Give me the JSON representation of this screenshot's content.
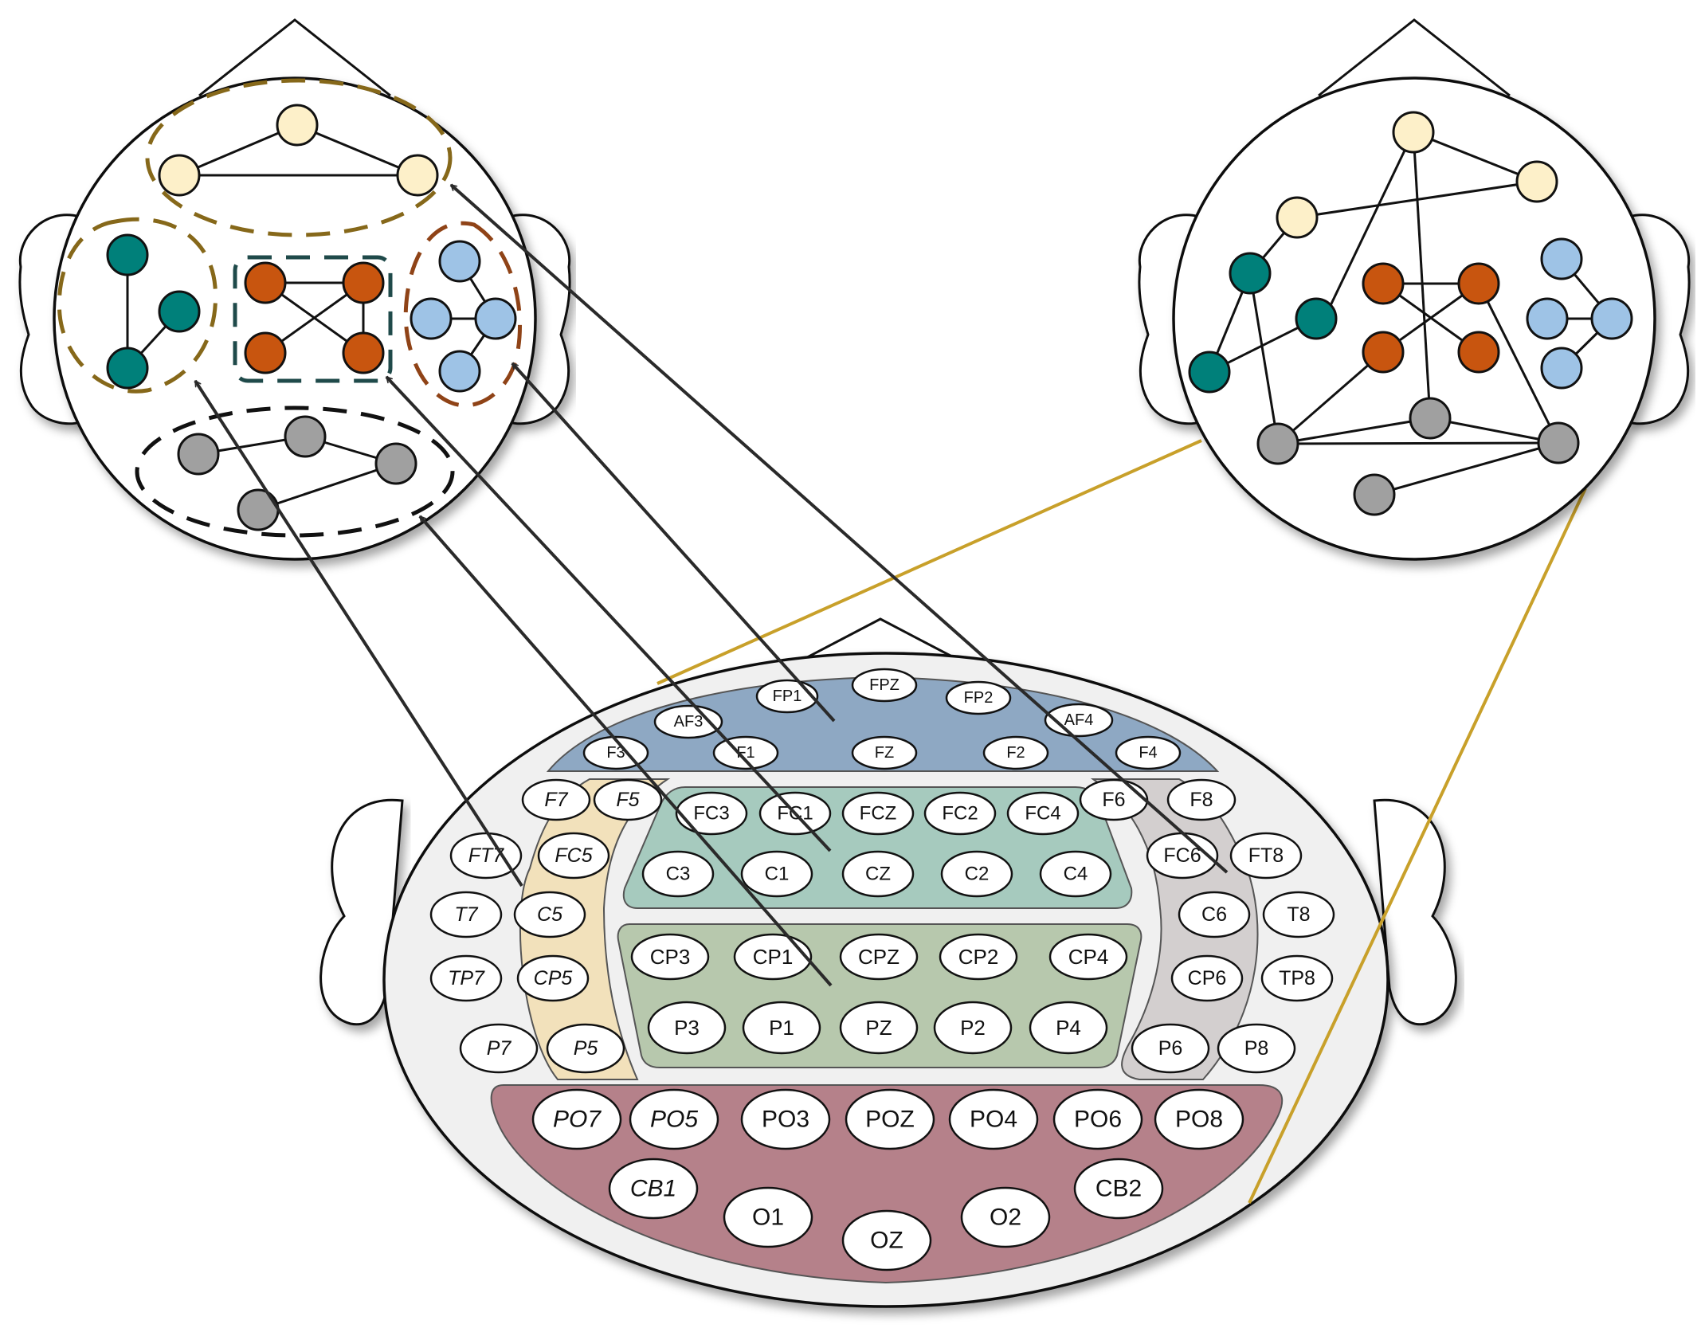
{
  "colors": {
    "frontal_region": "#8EA8C3",
    "left_temporal_region": "#F2E1BB",
    "fronto_central_region": "#A6CABE",
    "centro_parietal_region": "#B7C8AD",
    "right_temporal_region": "#D3CFCF",
    "occipital_region": "#B5818A",
    "head_fill": "#F0F0F0",
    "node_cream": "#FDF0C9",
    "node_teal": "#00807A",
    "node_orange": "#C8550F",
    "node_blue": "#9EC3E6",
    "node_gray": "#A0A0A0",
    "group_gold": "#86681A",
    "group_dark_teal": "#1F4A4A",
    "group_brown": "#8F4317",
    "group_black": "#111111",
    "arrow": "#2A2A2A",
    "connector_gold": "#C8A02A"
  },
  "icons": {
    "electrode": "circle",
    "graph_node": "circle",
    "arrow_head": "open-chevron"
  },
  "electrodes": {
    "frontal": [
      "FP1",
      "FPZ",
      "FP2",
      "AF3",
      "AF4",
      "F3",
      "F1",
      "FZ",
      "F2",
      "F4"
    ],
    "left_temporal": [
      "F7",
      "F5",
      "FT7",
      "FC5",
      "T7",
      "C5",
      "TP7",
      "CP5",
      "P7",
      "P5"
    ],
    "fronto_central": [
      "FC3",
      "FC1",
      "FCZ",
      "FC2",
      "FC4",
      "C3",
      "C1",
      "CZ",
      "C2",
      "C4"
    ],
    "centro_parietal": [
      "CP3",
      "CP1",
      "CPZ",
      "CP2",
      "CP4",
      "P3",
      "P1",
      "PZ",
      "P2",
      "P4"
    ],
    "right_temporal": [
      "F6",
      "F8",
      "FC6",
      "FT8",
      "C6",
      "T8",
      "CP6",
      "TP8",
      "P6",
      "P8"
    ],
    "occipital": [
      "PO7",
      "PO5",
      "PO3",
      "POZ",
      "PO4",
      "PO6",
      "PO8",
      "CB1",
      "CB2",
      "O1",
      "OZ",
      "O2"
    ]
  }
}
